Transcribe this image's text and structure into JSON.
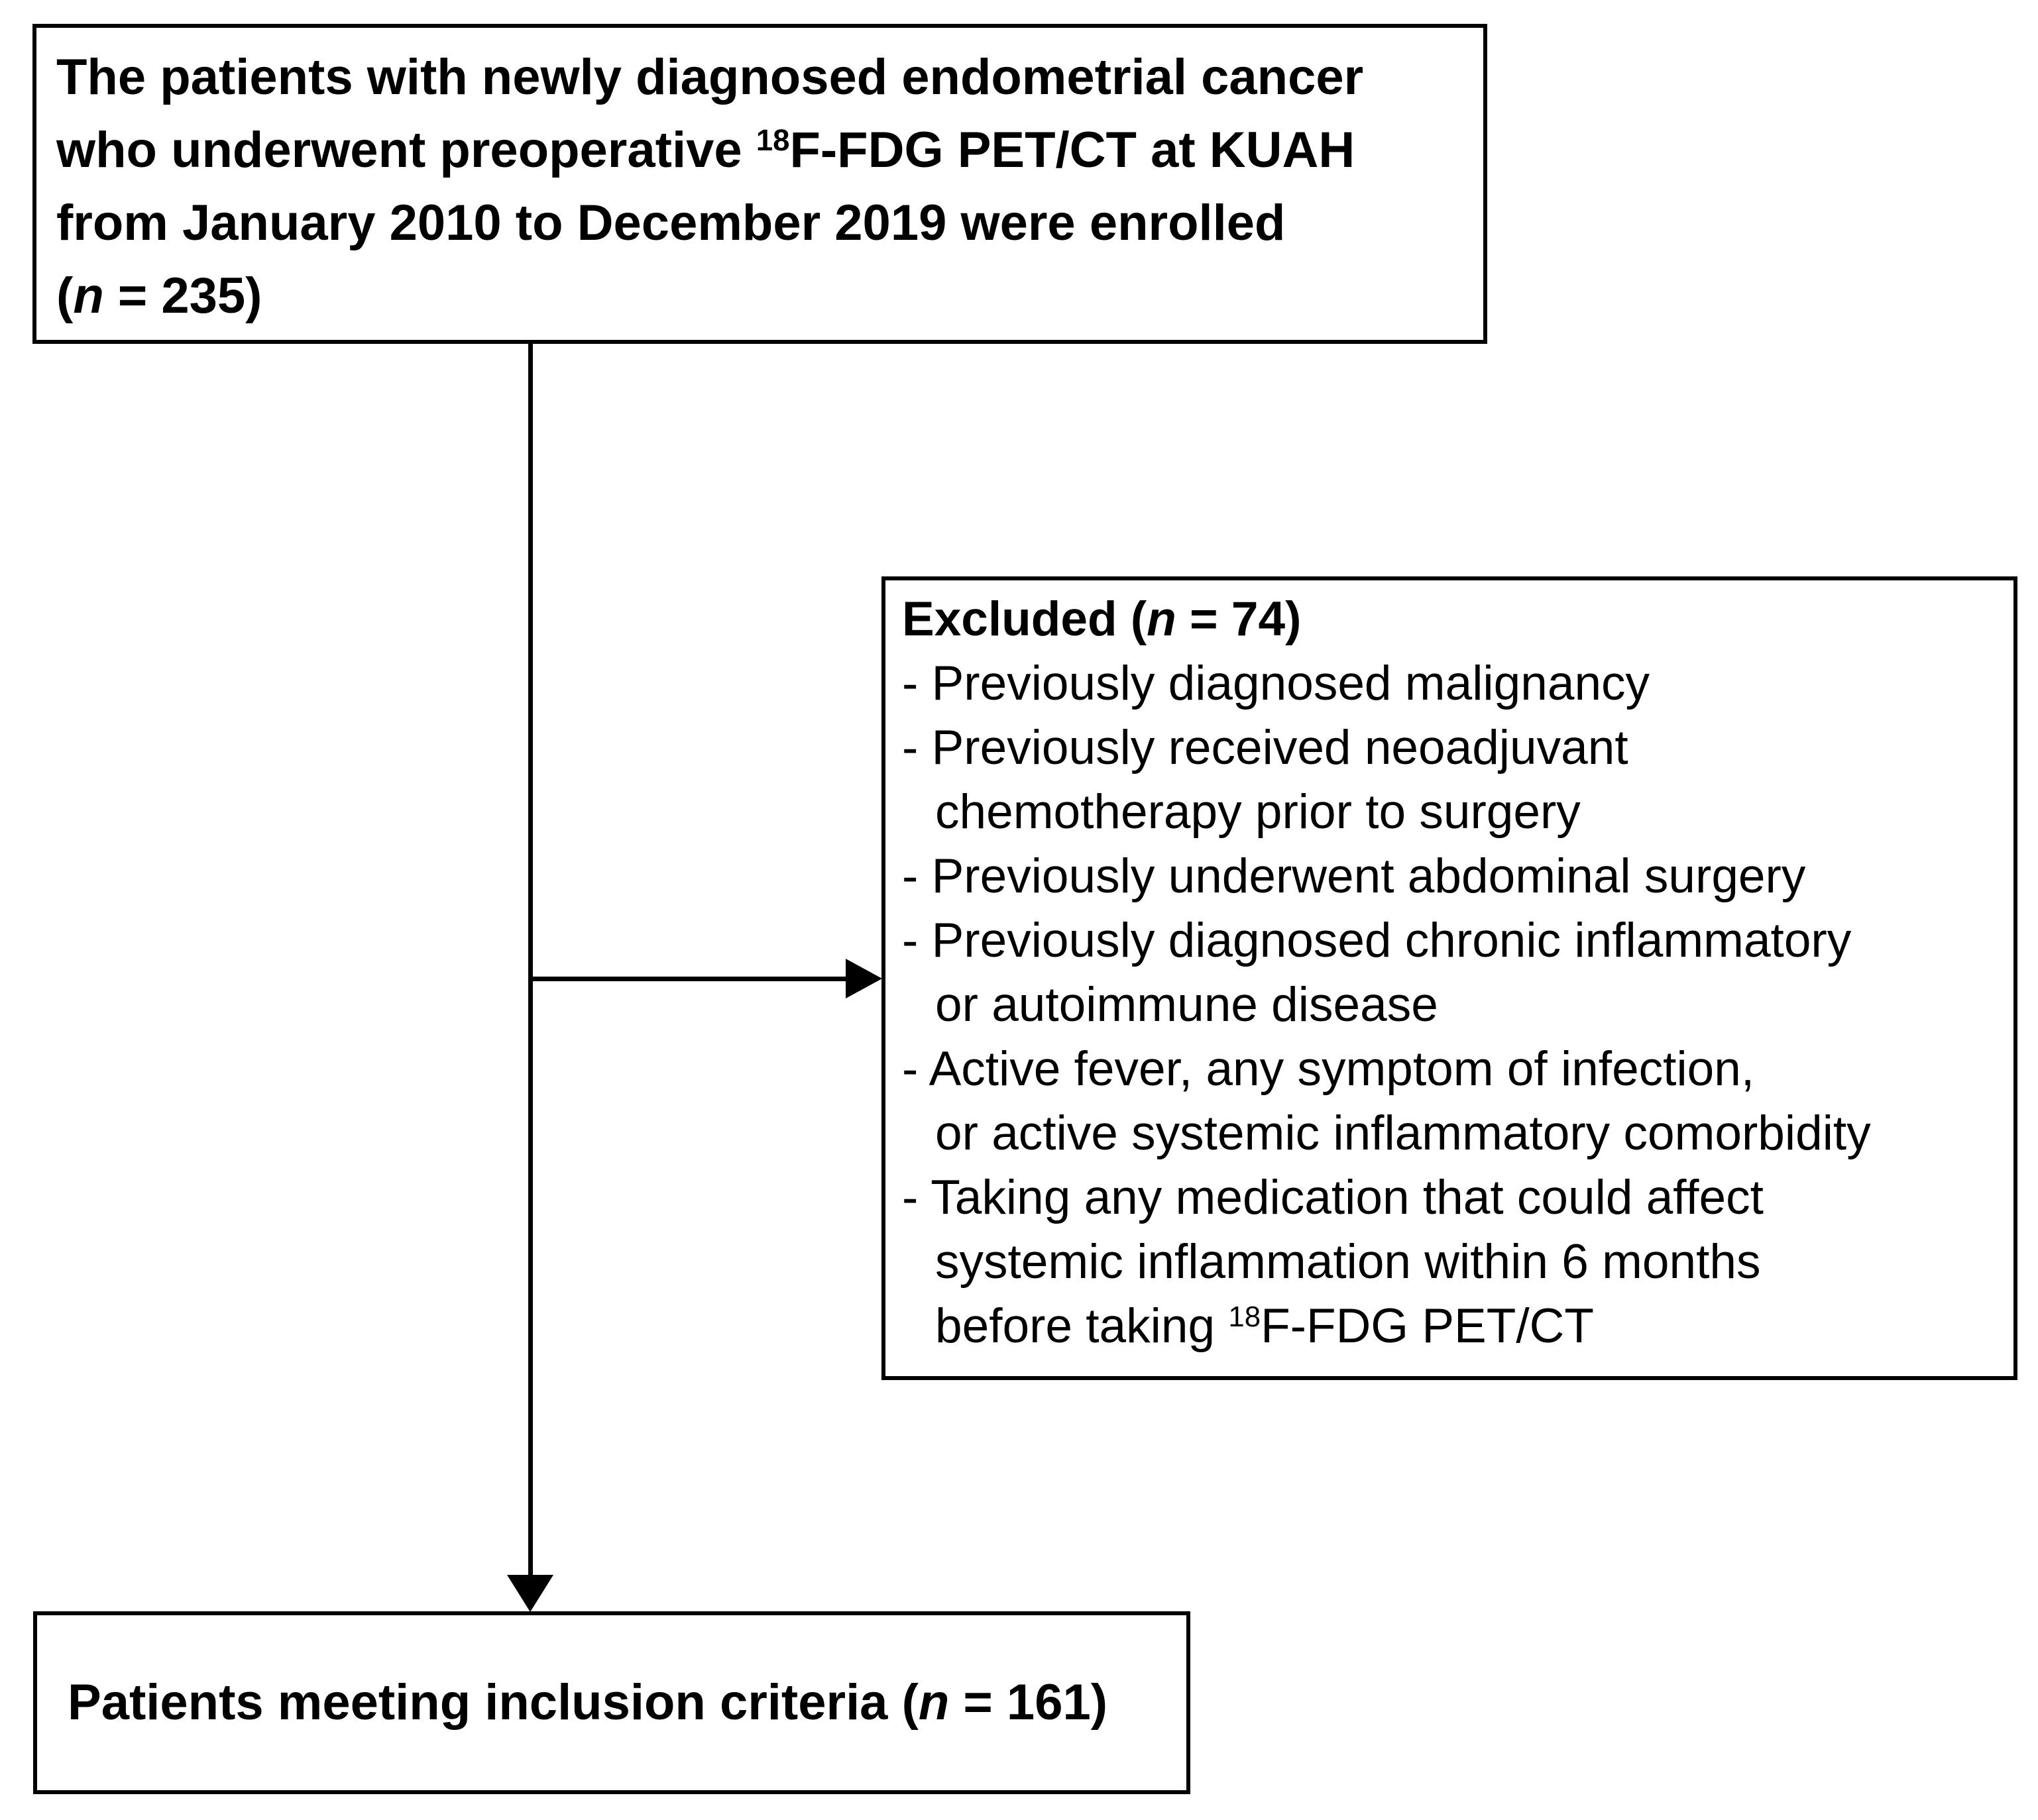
{
  "figure": {
    "type": "patient-flow-diagram",
    "colors": {
      "background": "#ffffff",
      "text": "#000000",
      "border": "#000000",
      "connector": "#000000"
    },
    "enrollment_box": {
      "line1": "The patients with newly diagnosed endometrial cancer",
      "line2_pre": "who underwent preoperative ",
      "line2_sup": "18",
      "line2_post": "F-FDG PET/CT at KUAH",
      "line3": "from January 2010 to December 2019 were enrolled",
      "line4_pre": "(",
      "line4_n": "n",
      "line4_post": " = 235)"
    },
    "excluded_box": {
      "title_pre": "Excluded (",
      "title_n": "n",
      "title_post": " = 74)",
      "items": [
        {
          "lines": [
            "- Previously diagnosed malignancy"
          ]
        },
        {
          "lines": [
            "- Previously received neoadjuvant",
            "chemotherapy prior to surgery"
          ]
        },
        {
          "lines": [
            "- Previously underwent abdominal surgery"
          ]
        },
        {
          "lines": [
            "- Previously diagnosed chronic inflammatory",
            "or autoimmune disease"
          ]
        },
        {
          "lines": [
            "- Active fever, any symptom of infection,",
            "or active systemic inflammatory comorbidity"
          ]
        },
        {
          "lines": [
            "- Taking any medication that could affect",
            "systemic inflammation within 6 months"
          ],
          "last_line_pre": "before taking ",
          "last_line_sup": "18",
          "last_line_post": "F-FDG PET/CT"
        }
      ]
    },
    "inclusion_box": {
      "text_pre": "Patients meeting inclusion criteria (",
      "text_n": "n",
      "text_post": " = 161)"
    }
  }
}
